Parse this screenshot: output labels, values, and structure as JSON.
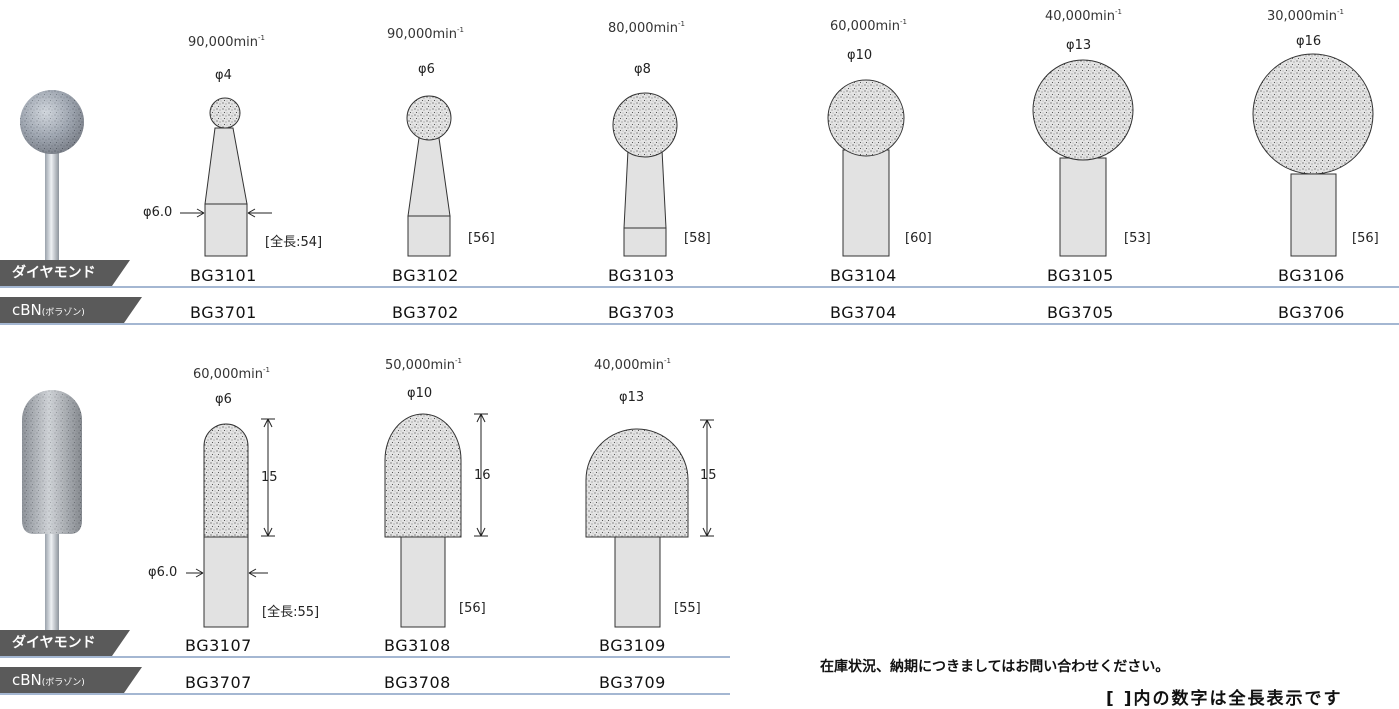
{
  "row1": {
    "tools": [
      {
        "code_diamond": "BG3101",
        "code_cbn": "BG3701",
        "speed": "90,000min",
        "diameter": "φ4",
        "length": "[全長:54]"
      },
      {
        "code_diamond": "BG3102",
        "code_cbn": "BG3702",
        "speed": "90,000min",
        "diameter": "φ6",
        "length": "[56]"
      },
      {
        "code_diamond": "BG3103",
        "code_cbn": "BG3703",
        "speed": "80,000min",
        "diameter": "φ8",
        "length": "[58]"
      },
      {
        "code_diamond": "BG3104",
        "code_cbn": "BG3704",
        "speed": "60,000min",
        "diameter": "φ10",
        "length": "[60]"
      },
      {
        "code_diamond": "BG3105",
        "code_cbn": "BG3705",
        "speed": "40,000min",
        "diameter": "φ13",
        "length": "[53]"
      },
      {
        "code_diamond": "BG3106",
        "code_cbn": "BG3706",
        "speed": "30,000min",
        "diameter": "φ16",
        "length": "[56]"
      }
    ],
    "shank_diameter": "φ6.0"
  },
  "row2": {
    "tools": [
      {
        "code_diamond": "BG3107",
        "code_cbn": "BG3707",
        "speed": "60,000min",
        "diameter": "φ6",
        "length": "[全長:55]",
        "head_length": "15"
      },
      {
        "code_diamond": "BG3108",
        "code_cbn": "BG3708",
        "speed": "50,000min",
        "diameter": "φ10",
        "length": "[56]",
        "head_length": "16"
      },
      {
        "code_diamond": "BG3109",
        "code_cbn": "BG3709",
        "speed": "40,000min",
        "diameter": "φ13",
        "length": "[55]",
        "head_length": "15"
      }
    ],
    "shank_diameter": "φ6.0"
  },
  "speed_unit_sup": "-1",
  "labels": {
    "diamond": "ダイヤモンド",
    "cbn_main": "cBN",
    "cbn_sub": "(ボラゾン)"
  },
  "notes": {
    "stock": "在庫状況、納期につきましてはお問い合わせください。",
    "length_note": "[ ]内の数字は全長表示です"
  },
  "colors": {
    "tag_bg": "#5a5a5a",
    "rule": "#4a6fa5",
    "head": "#d9d9d9",
    "shank": "#e2e2e2"
  }
}
